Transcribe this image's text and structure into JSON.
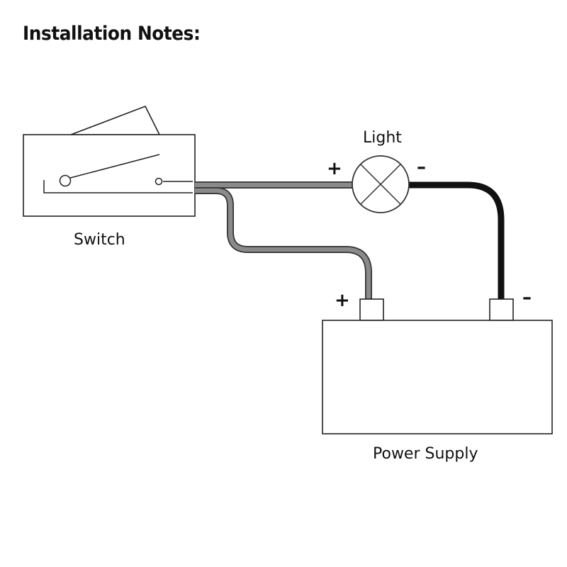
{
  "title": "Installation Notes:",
  "labels": {
    "switch": "Switch",
    "light": "Light",
    "power_supply": "Power Supply"
  },
  "polarity": {
    "light_positive": "+",
    "light_negative": "–",
    "supply_positive": "+",
    "supply_negative": "–"
  },
  "colors": {
    "wire_gray": "#6e6e6e",
    "wire_black": "#111111",
    "outline": "#222222"
  }
}
